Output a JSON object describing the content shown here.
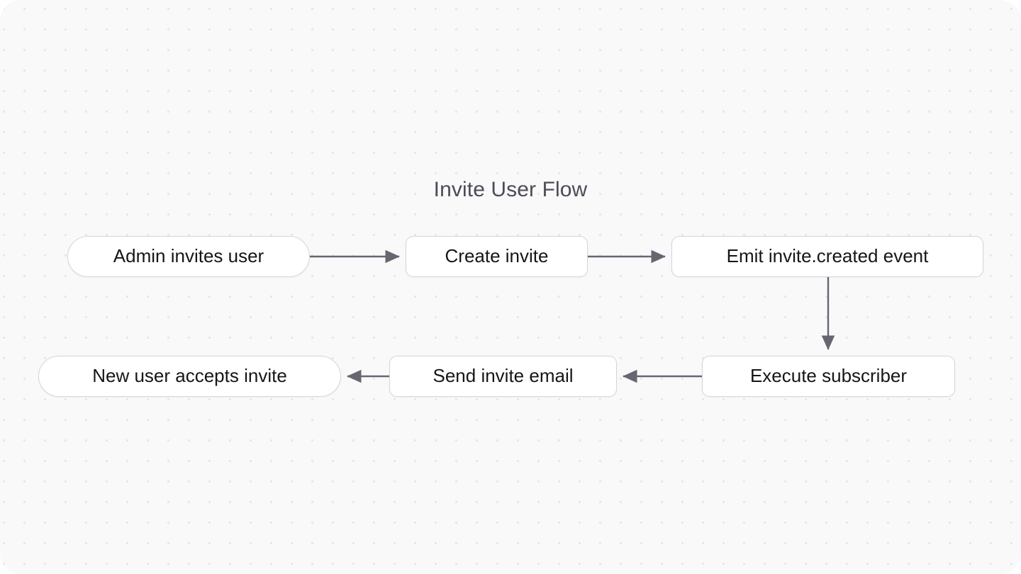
{
  "diagram": {
    "title": "Invite User Flow",
    "type": "flowchart",
    "direction": "left-to-right, wrapping",
    "colors": {
      "canvas_background": "#f9f9fa",
      "grid_dot": "#e6e6e9",
      "node_fill": "#ffffff",
      "node_border": "#d5d5dc",
      "node_text": "#161616",
      "title_text": "#4c4c57",
      "edge": "#666670"
    },
    "nodes": [
      {
        "id": "admin-invites-user",
        "label": "Admin invites user",
        "shape": "stadium"
      },
      {
        "id": "create-invite",
        "label": "Create invite",
        "shape": "rounded"
      },
      {
        "id": "emit-event",
        "label": "Emit invite.created event",
        "shape": "rounded"
      },
      {
        "id": "execute-subscriber",
        "label": "Execute subscriber",
        "shape": "rounded"
      },
      {
        "id": "send-invite-email",
        "label": "Send invite email",
        "shape": "rounded"
      },
      {
        "id": "new-user-accepts",
        "label": "New user accepts invite",
        "shape": "stadium"
      }
    ],
    "edges": [
      {
        "from": "admin-invites-user",
        "to": "create-invite",
        "direction": "right",
        "label": ""
      },
      {
        "from": "create-invite",
        "to": "emit-event",
        "direction": "right",
        "label": ""
      },
      {
        "from": "emit-event",
        "to": "execute-subscriber",
        "direction": "down",
        "label": ""
      },
      {
        "from": "execute-subscriber",
        "to": "send-invite-email",
        "direction": "left",
        "label": ""
      },
      {
        "from": "send-invite-email",
        "to": "new-user-accepts",
        "direction": "left",
        "label": ""
      }
    ]
  }
}
